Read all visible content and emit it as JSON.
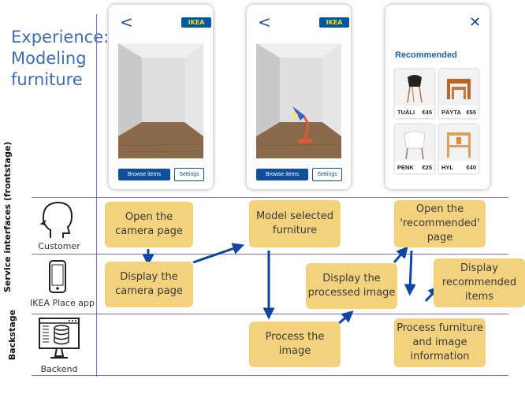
{
  "title": "Experience: Modeling furniture",
  "phones": [
    {
      "back_glyph": "<",
      "logo": "IKEA",
      "browse_label": "Browse items",
      "settings_label": "Settings"
    },
    {
      "back_glyph": "<",
      "logo": "IKEA",
      "browse_label": "Browse items",
      "settings_label": "Settings"
    }
  ],
  "recommended_screen": {
    "close_glyph": "✕",
    "heading": "Recommended",
    "items": [
      {
        "name": "TUÄLI",
        "price": "€45"
      },
      {
        "name": "PÄYTA",
        "price": "€55"
      },
      {
        "name": "PENK",
        "price": "€25"
      },
      {
        "name": "HYL",
        "price": "€40"
      }
    ]
  },
  "lanes": {
    "section_frontstage": "Service interfaces (frontstage)",
    "section_backstage": "Backstage",
    "customer": "Customer",
    "app": "IKEA Place app",
    "backend": "Backend"
  },
  "steps": {
    "open_camera": "Open the camera page",
    "model_furniture": "Model selected furniture",
    "open_recommended": "Open the 'recommended' page",
    "display_camera": "Display the camera page",
    "display_processed": "Display the processed image",
    "display_recommended": "Display recommended items",
    "process_image": "Process the image",
    "process_furniture": "Process furniture and image information"
  },
  "colors": {
    "accent": "#3b6db4",
    "lines": "#7b6fd6",
    "arrows": "#0d47a1",
    "step_fill": "#f3d27e",
    "ikea_blue": "#0058a3",
    "ikea_yellow": "#ffdb00"
  }
}
